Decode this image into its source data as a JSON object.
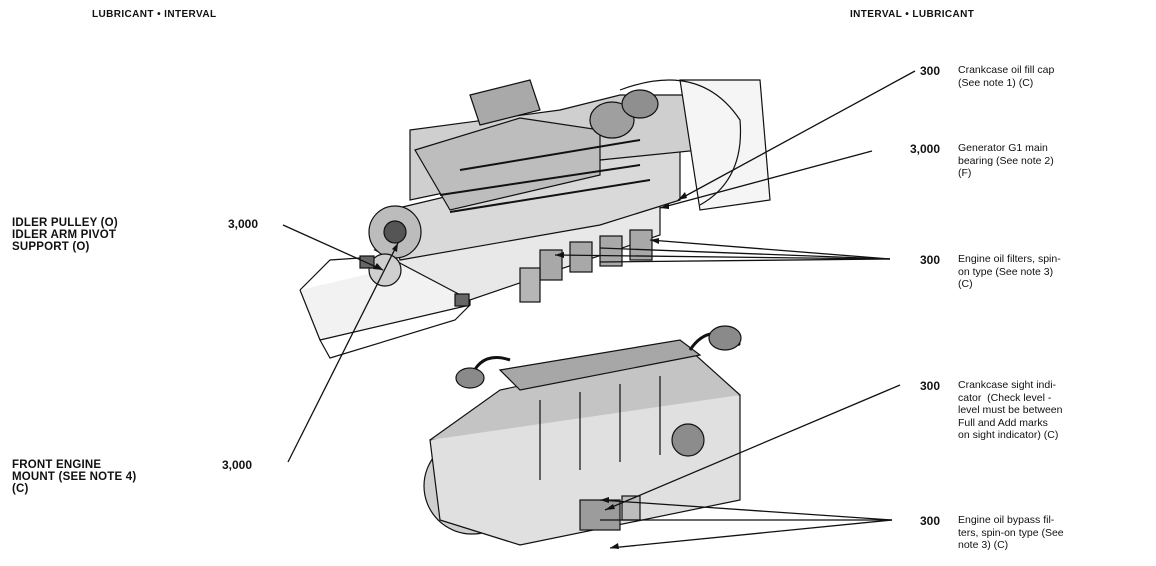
{
  "header": {
    "left": "LUBRICANT • INTERVAL",
    "right": "INTERVAL • LUBRICANT"
  },
  "left_callouts": [
    {
      "label": "IDLER PULLEY (O)\nIDLER ARM PIVOT\nSUPPORT (O)",
      "interval": "3,000"
    },
    {
      "label": "FRONT ENGINE\nMOUNT (SEE NOTE 4)\n(C)",
      "interval": "3,000"
    }
  ],
  "right_callouts": [
    {
      "interval": "300",
      "label": "Crankcase oil fill cap\n(See note 1) (C)"
    },
    {
      "interval": "3,000",
      "label": "Generator G1 main\nbearing (See note 2)\n(F)"
    },
    {
      "interval": "300",
      "label": "Engine oil filters, spin-\non type (See note 3)\n(C)"
    },
    {
      "interval": "300",
      "label": "Crankcase sight indi-\ncator  (Check level -\nlevel must be between\nFull and Add marks\non sight indicator) (C)"
    },
    {
      "interval": "300",
      "label": "Engine oil bypass fil-\nters, spin-on type (See\nnote 3) (C)"
    }
  ]
}
